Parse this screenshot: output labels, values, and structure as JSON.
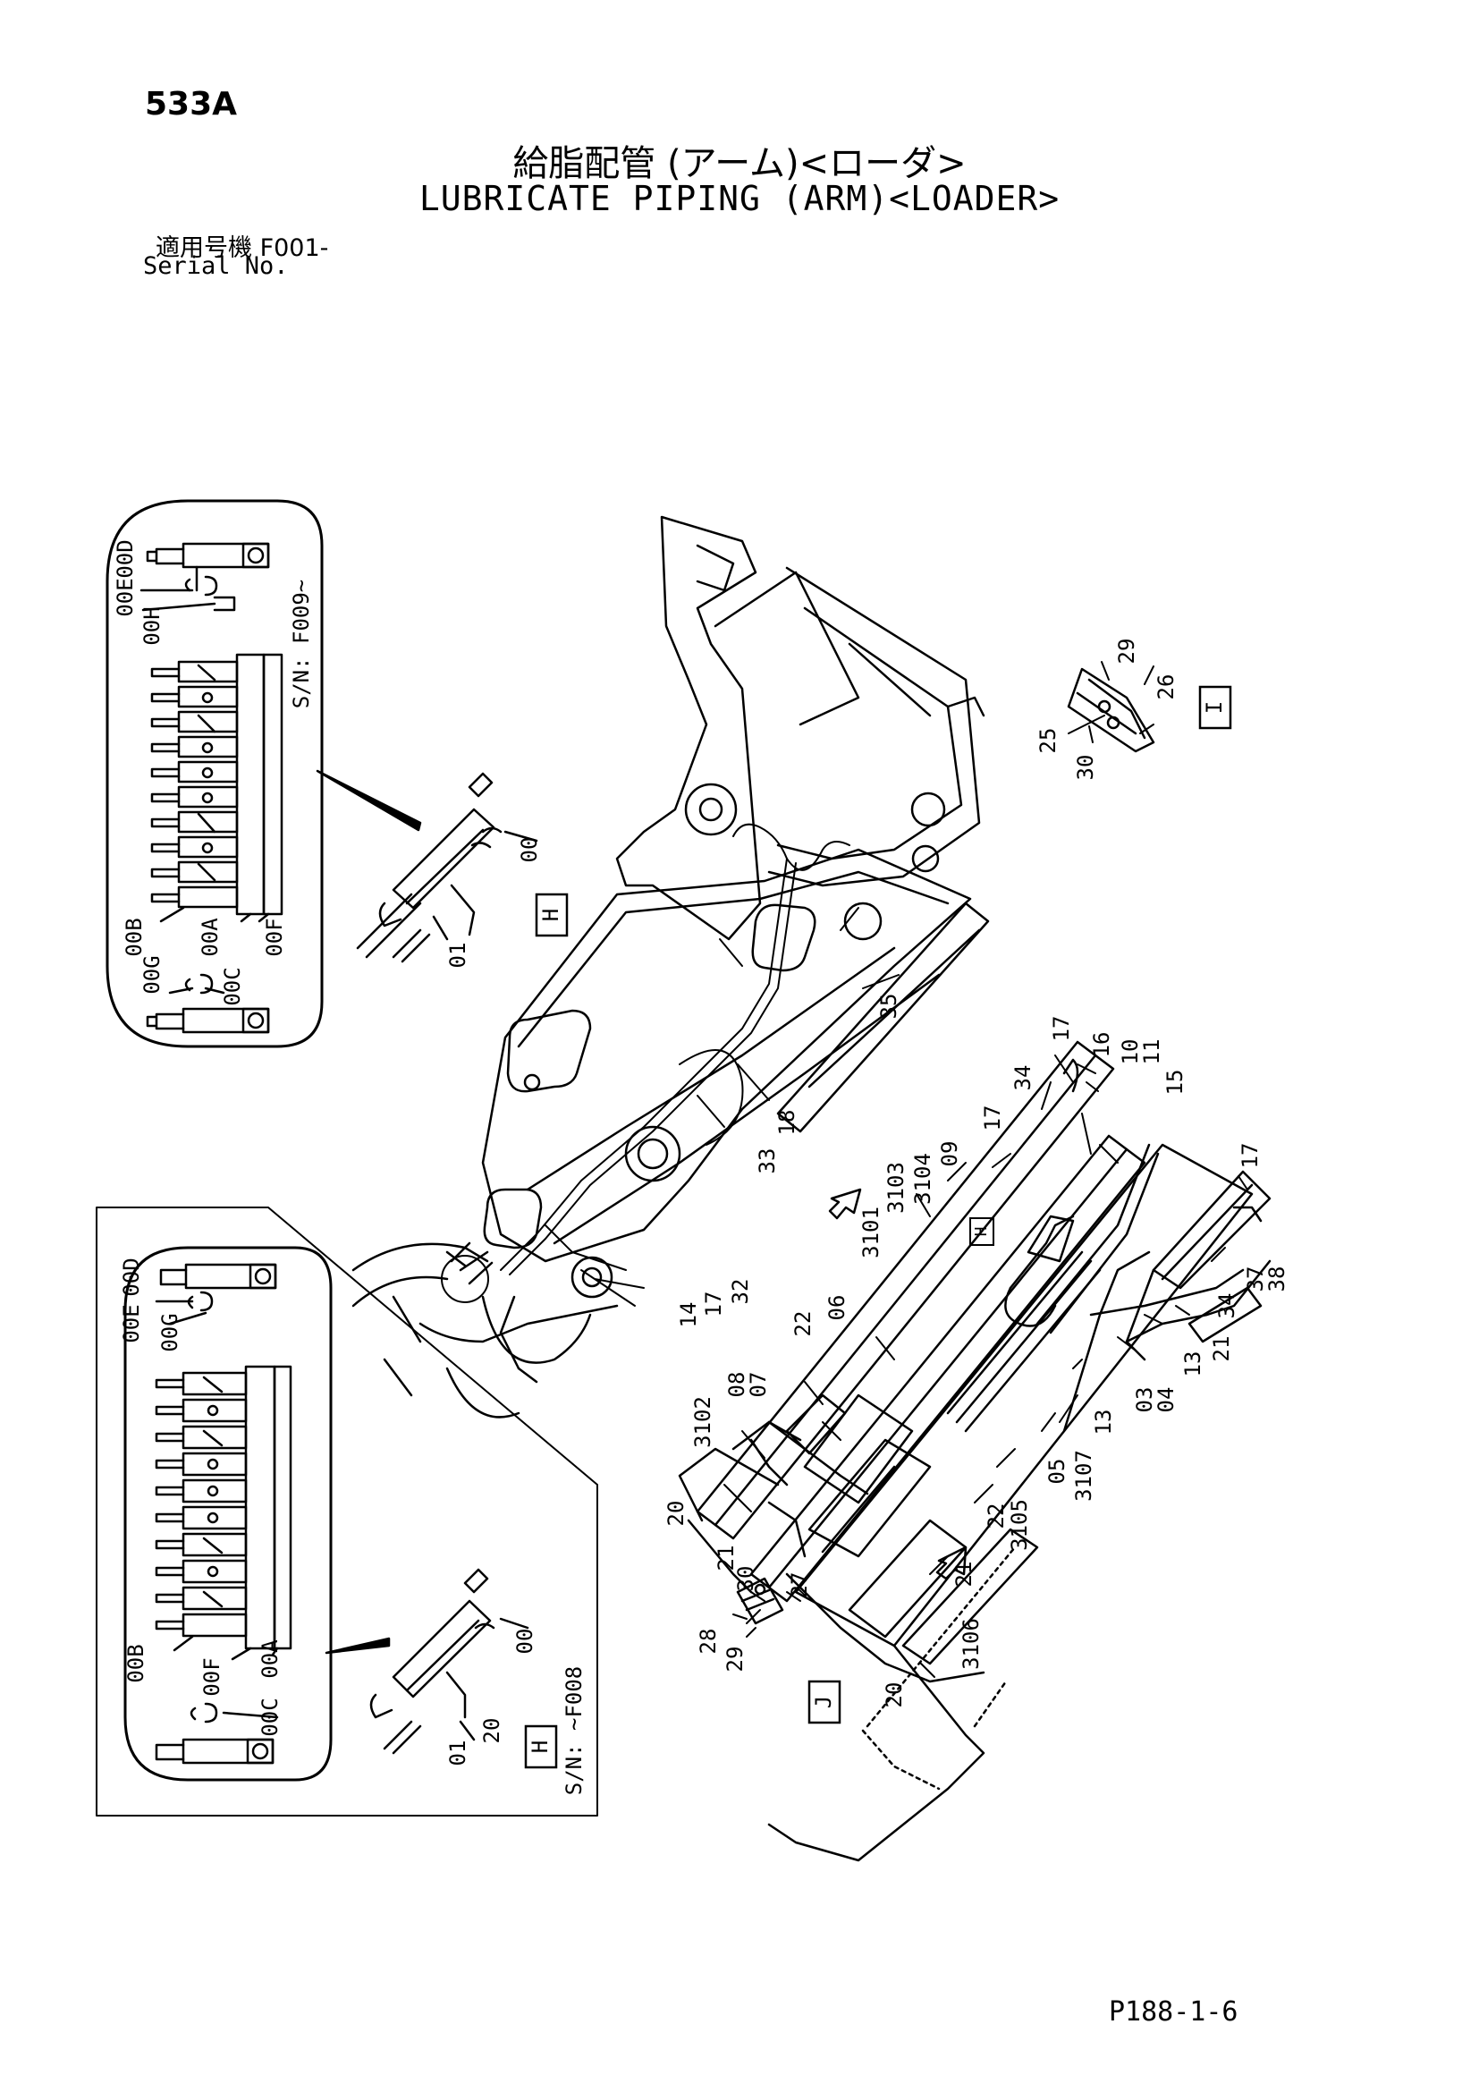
{
  "header": {
    "page_code": "533A",
    "title_jp": "給脂配管 (アーム)<ローダ>",
    "title_en": "LUBRICATE PIPING (ARM)<LOADER>",
    "serial_label_jp": "適用号機",
    "serial_value": "F001-",
    "serial_label_en": "Serial No."
  },
  "footer": {
    "page_ref": "P188-1-6"
  },
  "detail_views": {
    "upper": {
      "serial_note": "S/N: F009~",
      "view_letter": "H",
      "labels": [
        "00D",
        "00E",
        "00H",
        "00B",
        "00G",
        "00C",
        "00A",
        "00F",
        "00",
        "01"
      ]
    },
    "lower": {
      "serial_note": "S/N: ~F008",
      "view_letter": "H",
      "labels": [
        "00E",
        "00D",
        "00G",
        "00B",
        "00F",
        "00A",
        "00C",
        "00",
        "01",
        "20"
      ]
    }
  },
  "view_markers": {
    "I": "I",
    "J": "J"
  },
  "callouts": {
    "c29a": "29",
    "c25": "25",
    "c26": "26",
    "c30a": "30",
    "c35": "35",
    "c18": "18",
    "c33": "33",
    "c32": "32",
    "c17a": "17",
    "c14": "14",
    "c17b": "17",
    "c16": "16",
    "c10": "10",
    "c11": "11",
    "c15": "15",
    "c34a": "34",
    "c17c": "17",
    "c09": "09",
    "c3104": "3104",
    "c3103": "3103",
    "c3101": "3101",
    "c06": "06",
    "c22a": "22",
    "c08": "08",
    "c07": "07",
    "c3102": "3102",
    "c20a": "20",
    "c21a": "21",
    "c17d": "17",
    "c37": "37",
    "c38": "38",
    "c34b": "34",
    "c21b": "21",
    "c13a": "13",
    "c03": "03",
    "c04": "04",
    "c13b": "13",
    "c3107": "3107",
    "c05": "05",
    "c3105": "3105",
    "c22b": "22",
    "c21c": "21",
    "c3106": "3106",
    "c20b": "20",
    "c30b": "30",
    "c27": "27",
    "c28": "28",
    "c29b": "29"
  }
}
